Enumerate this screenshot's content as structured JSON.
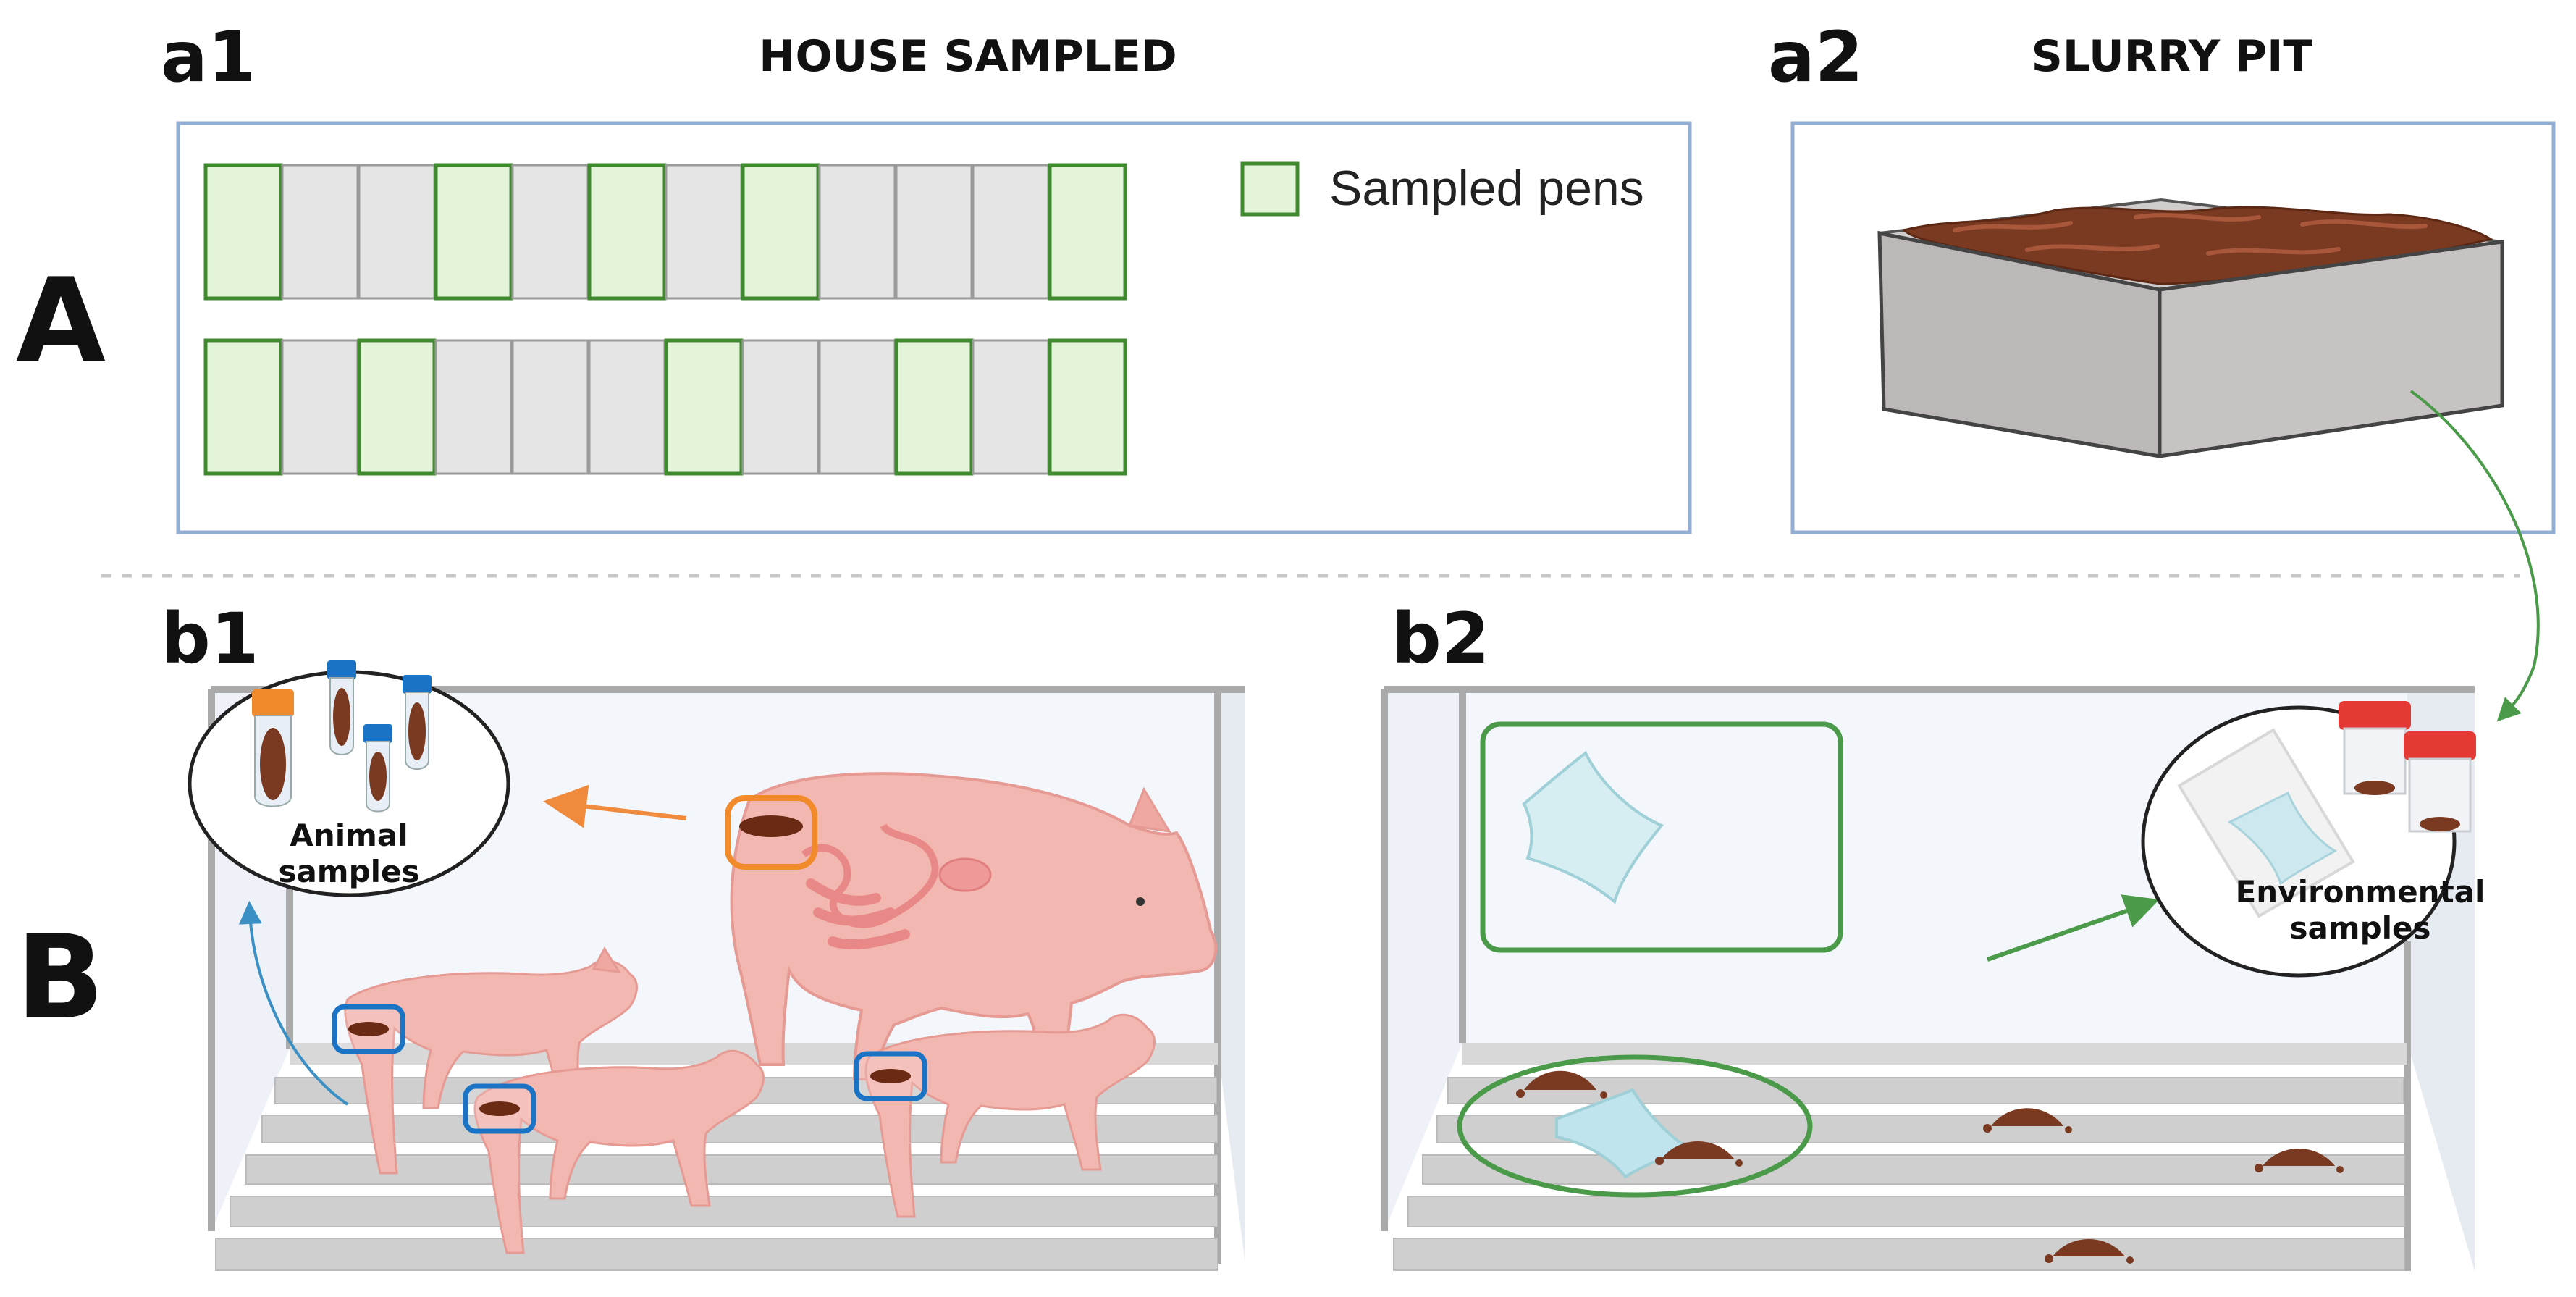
{
  "panel_labels": {
    "A": "A",
    "B": "B",
    "a1": "a1",
    "a2": "a2",
    "b1": "b1",
    "b2": "b2"
  },
  "titles": {
    "a1": "HOUSE SAMPLED",
    "a2": "SLURRY PIT"
  },
  "legend": {
    "sampled_pens": "Sampled pens"
  },
  "pens": {
    "row1_sampled": [
      true,
      false,
      false,
      true,
      false,
      true,
      false,
      true,
      false,
      false,
      false,
      true
    ],
    "row2_sampled": [
      true,
      false,
      true,
      false,
      false,
      false,
      true,
      false,
      false,
      true,
      false,
      true
    ]
  },
  "bubbles": {
    "animal_line1": "Animal",
    "animal_line2": "samples",
    "env_line1": "Environmental",
    "env_line2": "samples"
  },
  "colors": {
    "pen_sampled_fill": "#e4f4d8",
    "pen_sampled_stroke": "#3f8a2e",
    "pen_unsampled_fill": "#e5e5e5",
    "panel_border": "#93aed3",
    "pig": "#f3b7b1",
    "slurry": "#7a3a22",
    "arrow_orange": "#f08a3c",
    "arrow_green": "#4a9a4a",
    "arrow_blue": "#3a8fc4",
    "highlight_blue": "#1a73c4",
    "highlight_orange": "#f08a2a"
  }
}
